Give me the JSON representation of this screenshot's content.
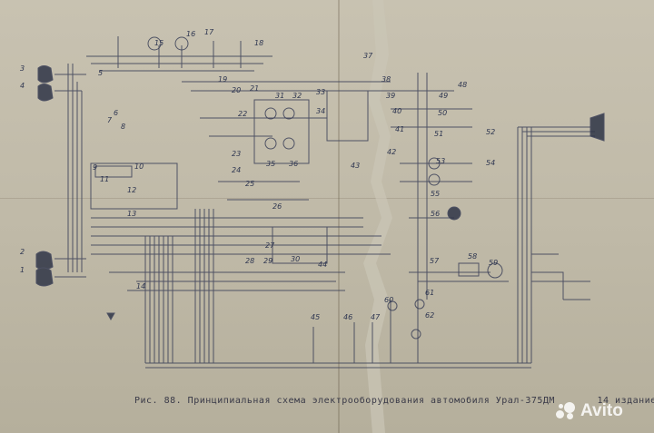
{
  "caption": {
    "text": "Рис. 88. Принципиальная схема электрооборудования автомобиля Урал-375ДМ",
    "edition": "14 издание"
  },
  "watermark": {
    "text": "Avito"
  },
  "component_numbers": [
    "1",
    "2",
    "3",
    "4",
    "5",
    "6",
    "7",
    "8",
    "9",
    "10",
    "11",
    "12",
    "13",
    "14",
    "15",
    "16",
    "17",
    "18",
    "19",
    "20",
    "21",
    "22",
    "23",
    "24",
    "25",
    "26",
    "27",
    "28",
    "29",
    "30",
    "31",
    "32",
    "33",
    "34",
    "35",
    "36",
    "37",
    "38",
    "39",
    "40",
    "41",
    "42",
    "43",
    "44",
    "45",
    "46",
    "47",
    "48",
    "49",
    "50",
    "51",
    "52",
    "53",
    "54",
    "55",
    "56",
    "57",
    "58",
    "59",
    "60",
    "61",
    "62"
  ],
  "colors": {
    "ink": "#2d3550",
    "paper": "#c4beac",
    "wire": "#3b4058"
  }
}
